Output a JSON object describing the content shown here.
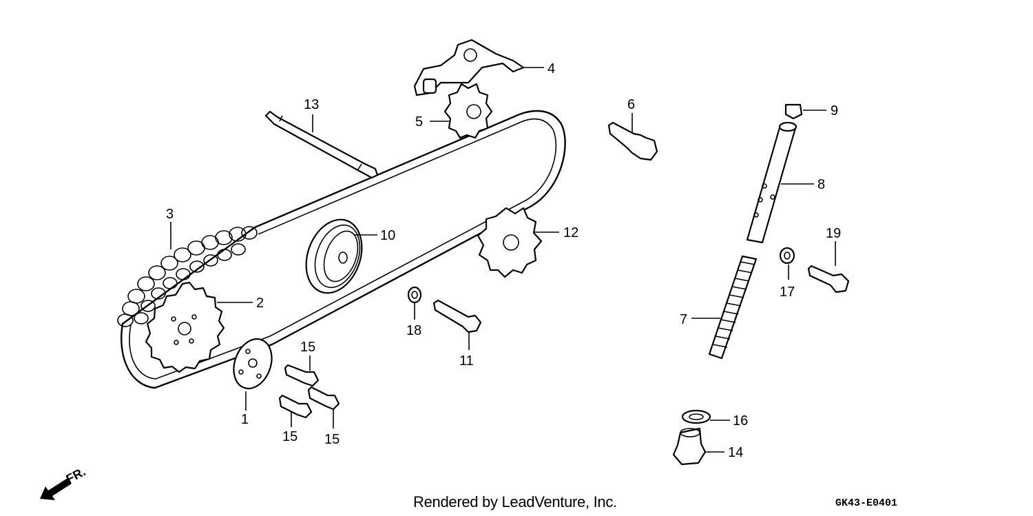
{
  "diagram": {
    "parts": [
      {
        "id": "1",
        "label": "1"
      },
      {
        "id": "2",
        "label": "2"
      },
      {
        "id": "3",
        "label": "3"
      },
      {
        "id": "4",
        "label": "4"
      },
      {
        "id": "5",
        "label": "5"
      },
      {
        "id": "6",
        "label": "6"
      },
      {
        "id": "7",
        "label": "7"
      },
      {
        "id": "8",
        "label": "8"
      },
      {
        "id": "9",
        "label": "9"
      },
      {
        "id": "10",
        "label": "10"
      },
      {
        "id": "11",
        "label": "11"
      },
      {
        "id": "12",
        "label": "12"
      },
      {
        "id": "13",
        "label": "13"
      },
      {
        "id": "14",
        "label": "14"
      },
      {
        "id": "15",
        "label": "15"
      },
      {
        "id": "16",
        "label": "16"
      },
      {
        "id": "17",
        "label": "17"
      },
      {
        "id": "18",
        "label": "18"
      },
      {
        "id": "19",
        "label": "19"
      }
    ],
    "direction_marker": "FR."
  },
  "footer": {
    "credit": "Rendered by LeadVenture, Inc.",
    "code": "GK43-E0401"
  }
}
